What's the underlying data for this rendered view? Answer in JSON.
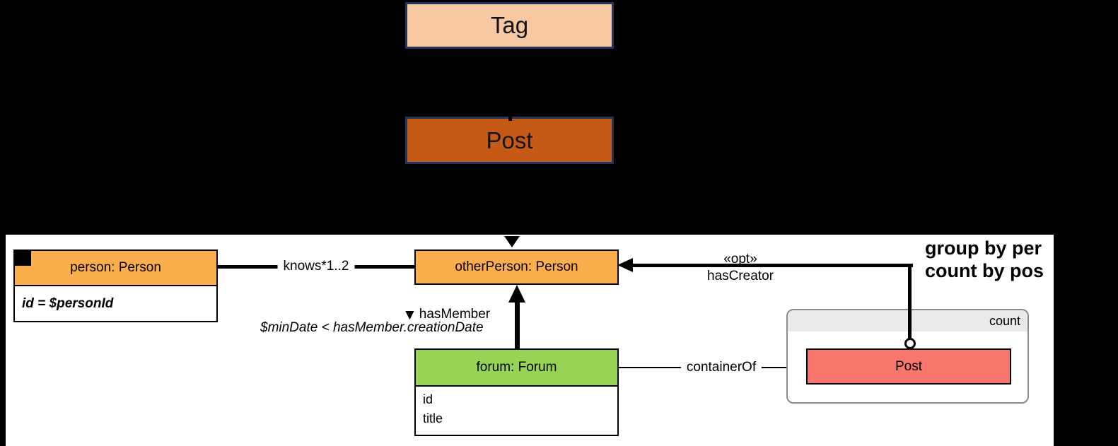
{
  "upper": {
    "tag": {
      "label": "Tag",
      "fill": "#F6C9A3",
      "border": "#22345A"
    },
    "post": {
      "label": "Post",
      "fill": "#C45A16",
      "border": "#22345A"
    }
  },
  "diagram": {
    "annotation": {
      "line1": "group by per",
      "line2": "count by pos"
    },
    "nodes": {
      "person": {
        "title": "person: Person",
        "constraint": "id = $personId",
        "fill": "#FAAE4C"
      },
      "otherPerson": {
        "title": "otherPerson: Person",
        "fill": "#FAAE4C"
      },
      "forum": {
        "title": "forum: Forum",
        "attributes": [
          "id",
          "title"
        ],
        "fill": "#97D354"
      },
      "post": {
        "label": "Post",
        "fill": "#F8766D"
      }
    },
    "group": {
      "label": "count",
      "header_bg": "#EAEAEA",
      "border": "#8A8A8A"
    },
    "edges": {
      "knows": {
        "label": "knows*1..2"
      },
      "hasCreator": {
        "stereotype": "«opt»",
        "label": "hasCreator"
      },
      "hasMember": {
        "marker": "▼",
        "label": "hasMember",
        "constraint": "$minDate < hasMember.creationDate"
      },
      "containerOf": {
        "label": "containerOf"
      }
    },
    "colors": {
      "canvas_bg": "#FFFFFF",
      "backdrop": "#000000",
      "edge": "#000000",
      "node_border": "#000000"
    }
  }
}
